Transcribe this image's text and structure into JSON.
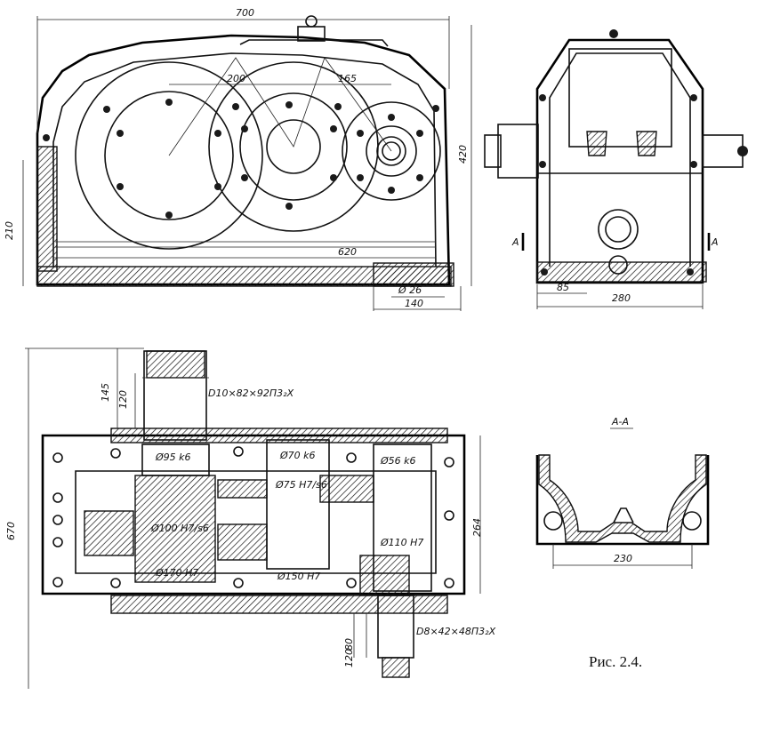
{
  "caption": "Рис. 2.4.",
  "front_view": {
    "dims": {
      "overall_length": "700",
      "center_dist_1": "200",
      "center_dist_2": "165",
      "height_total": "420",
      "height_axis": "210",
      "base_length": "620",
      "bolt_hole": "Ø 26",
      "base_offset": "140"
    }
  },
  "side_view": {
    "dims": {
      "offset": "85",
      "width": "280"
    },
    "section_mark_left": "A",
    "section_mark_right": "A"
  },
  "top_section": {
    "dims": {
      "length": "670",
      "height_145": "145",
      "height_120_top": "120",
      "spline_top": "D10×82×92П3₂Х",
      "fit_95": "Ø95 k6",
      "fit_70": "Ø70 k6",
      "fit_56": "Ø56 k6",
      "fit_75": "Ø75 Н7/s6",
      "fit_100": "Ø100 Н7/s6",
      "fit_110": "Ø110 Н7",
      "fit_170": "Ø170 Н7",
      "fit_150": "Ø150 Н7",
      "width_264": "264",
      "height_80": "80",
      "height_120_bottom": "120",
      "spline_bottom": "D8×42×48П3₂Х"
    }
  },
  "section_aa": {
    "title": "А-А",
    "dims": {
      "width": "230"
    }
  }
}
